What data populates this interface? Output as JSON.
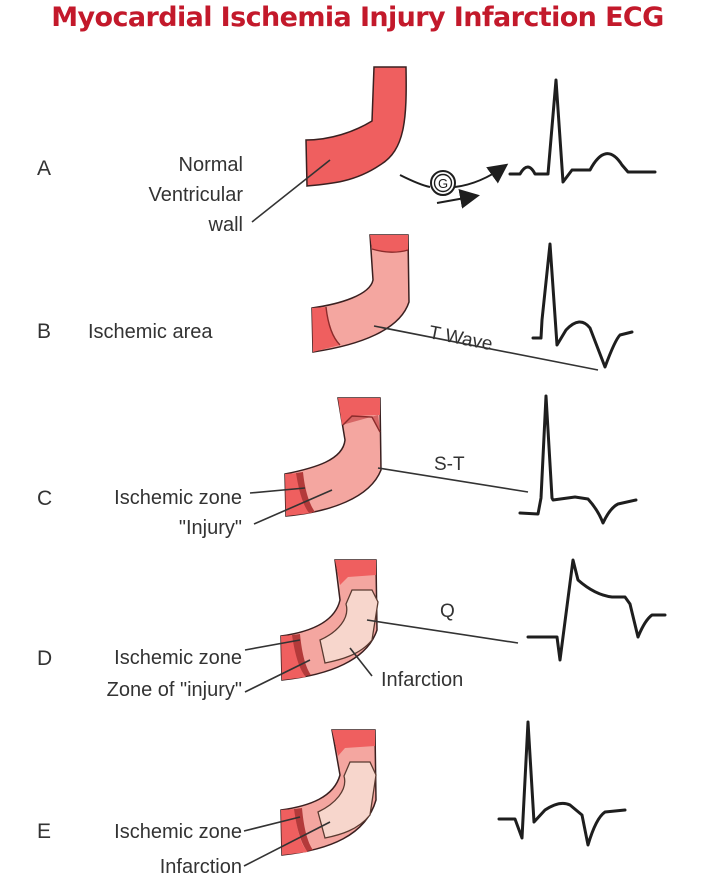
{
  "title": "Myocardial Ischemia Injury Infarction ECG",
  "colors": {
    "title": "#c3192b",
    "normal_wall": "#ef5f5f",
    "ischemic": "#f4a6a0",
    "injury": "#e88a86",
    "infarction": "#f7d6cc",
    "border": "#8b2b2b",
    "ink": "#1e1e1e"
  },
  "panels": [
    {
      "letter": "A",
      "labels": [
        "Normal",
        "Ventricular",
        "wall"
      ],
      "annotation": "",
      "galvanometer_symbol": "G",
      "ecg": "normal"
    },
    {
      "letter": "B",
      "labels": [
        "Ischemic area"
      ],
      "annotation": "T Wave",
      "ecg": "inverted T wave"
    },
    {
      "letter": "C",
      "labels": [
        "Ischemic zone",
        "\"Injury\""
      ],
      "annotation": "S-T",
      "ecg": "ST elevation with inverted T"
    },
    {
      "letter": "D",
      "labels": [
        "Ischemic zone",
        "Zone of \"injury\""
      ],
      "inner_label": "Infarction",
      "annotation": "Q",
      "ecg": "pathologic Q with ST elevation"
    },
    {
      "letter": "E",
      "labels": [
        "Ischemic zone",
        "Infarction"
      ],
      "annotation": "",
      "ecg": "Q wave with inverted T"
    }
  ]
}
